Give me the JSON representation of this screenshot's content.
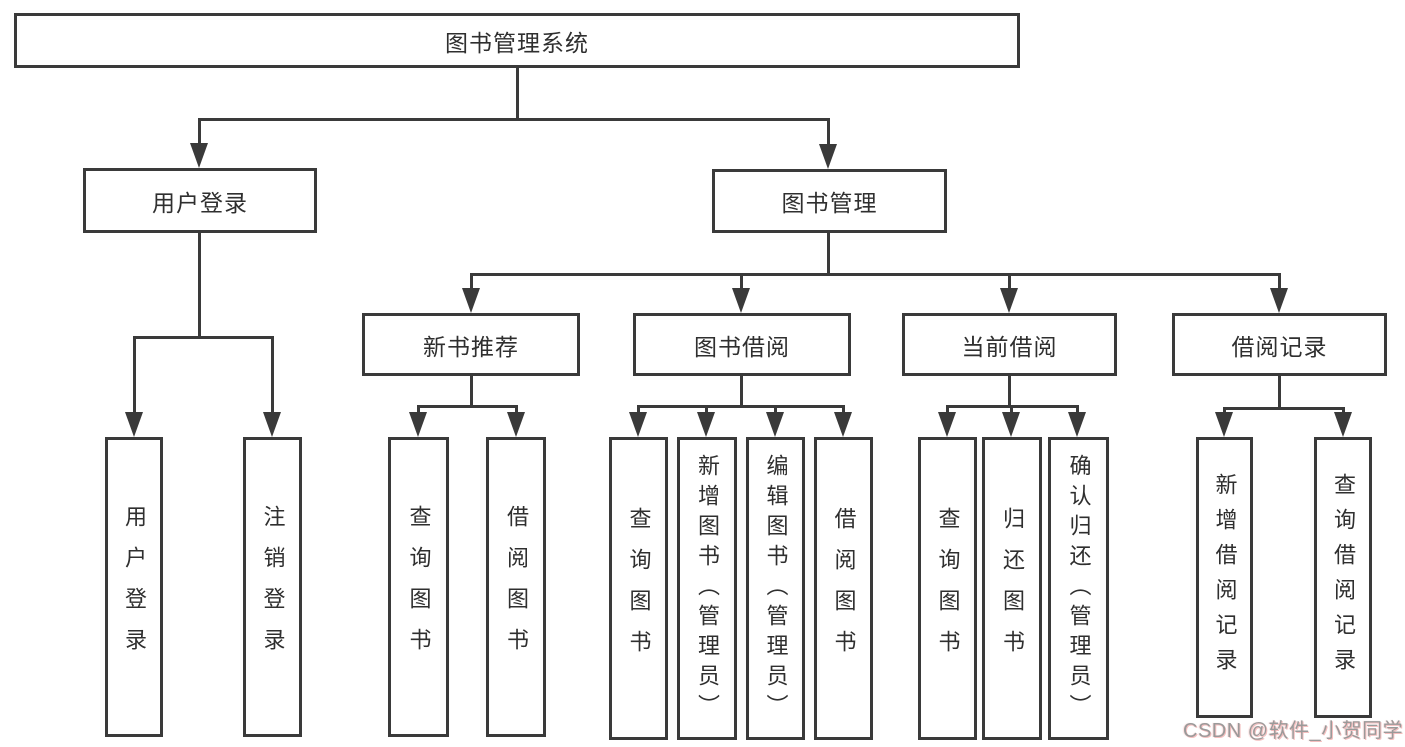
{
  "nodes": {
    "root": "图书管理系统",
    "userLogin": {
      "label": "用户登录",
      "children": [
        "用户登录",
        "注销登录"
      ]
    },
    "bookMgmt": {
      "label": "图书管理"
    },
    "newBooks": {
      "label": "新书推荐",
      "children": [
        "查询图书",
        "借阅图书"
      ]
    },
    "bookBorrow": {
      "label": "图书借阅",
      "children": [
        "查询图书",
        "新增图书（管理员）",
        "编辑图书（管理员）",
        "借阅图书"
      ]
    },
    "currentBorrow": {
      "label": "当前借阅",
      "children": [
        "查询图书",
        "归还图书",
        "确认归还（管理员）"
      ]
    },
    "borrowRecords": {
      "label": "借阅记录",
      "children": [
        "新增借阅记录",
        "查询借阅记录"
      ]
    },
    "line_color": "#3a3a3a",
    "text_color": "#2f2f2f"
  },
  "watermark": "CSDN @软件_小贺同学"
}
